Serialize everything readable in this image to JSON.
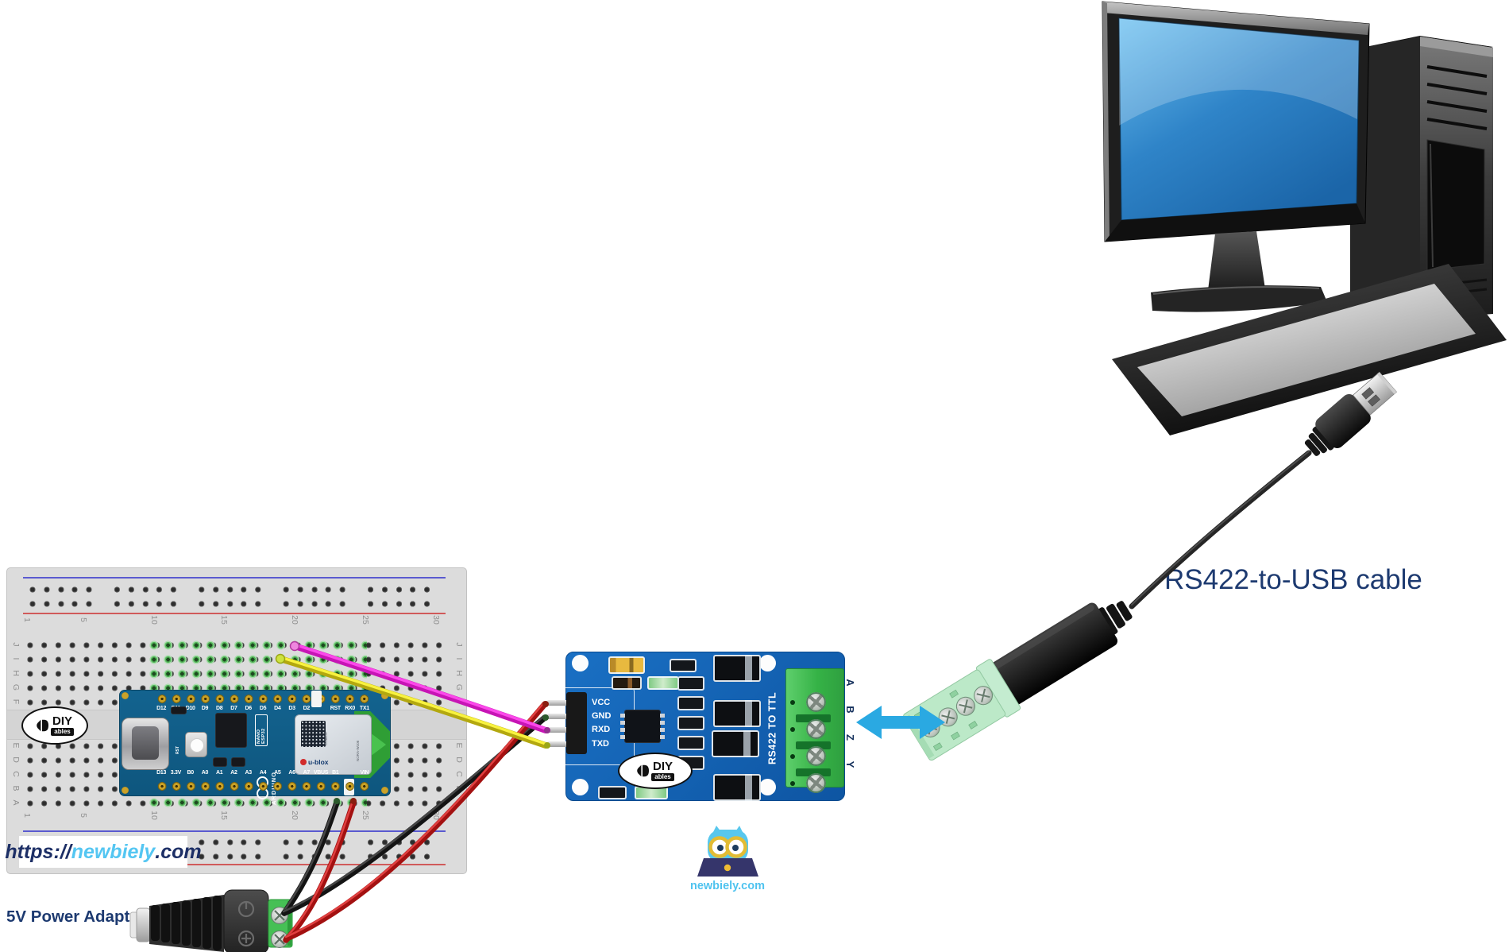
{
  "colors": {
    "accent_arrow": "#2AA9E2",
    "navy_text": "#1D3A70",
    "newbiely_blue": "#4FC3EF",
    "module_pcb": "#1467B8",
    "terminal_green": "#3DBB4D",
    "wire_red": "#C41414",
    "wire_black": "#1A1A1A",
    "wire_magenta": "#E81ED8",
    "wire_yellow": "#F2E71E"
  },
  "labels": {
    "cable": "RS422-to-USB cable",
    "power_adapter": "5V Power Adapter",
    "site_prefix": "https://",
    "site_name": "newbiely",
    "site_suffix": ".com",
    "owl_site": "newbiely.com"
  },
  "breadboard": {
    "column_numbers": [
      "1",
      "5",
      "10",
      "15",
      "20",
      "25",
      "30"
    ],
    "row_letters_top": [
      "J",
      "I",
      "H",
      "G",
      "F"
    ],
    "row_letters_bottom": [
      "E",
      "D",
      "C",
      "B",
      "A"
    ]
  },
  "arduino": {
    "top_pins": [
      "D12",
      "D11",
      "D10",
      "D9",
      "D8",
      "D7",
      "D6",
      "D5",
      "D4",
      "D3",
      "D2",
      "",
      "RST",
      "RX0",
      "TX1"
    ],
    "bottom_pins": [
      "D13",
      "3.3V",
      "B0",
      "A0",
      "A1",
      "A2",
      "A3",
      "A4",
      "A5",
      "A6",
      "A7",
      "VBUS",
      "B1",
      "",
      "VIN"
    ],
    "board_name": "NANO ESP32",
    "brand": "ARDUINO",
    "reset_label": "RST",
    "radio_brand": "u-blox",
    "radio_code": "CO8E3F",
    "radio_name": "NORA-W106"
  },
  "rs422_module": {
    "pin_labels": [
      "VCC",
      "GND",
      "RXD",
      "TXD"
    ],
    "terminal_labels": [
      "A",
      "B",
      "Z",
      "Y"
    ],
    "title": "RS422 TO TTL"
  },
  "diy_logo": {
    "brand": "DIY",
    "sub": "ables"
  }
}
